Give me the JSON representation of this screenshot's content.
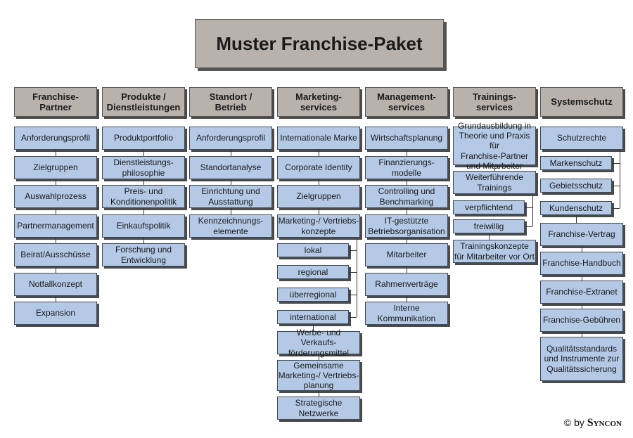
{
  "title": "Muster Franchise-Paket",
  "copyright": {
    "prefix": "© by",
    "brand": "Syncon"
  },
  "colors": {
    "header_fill": "#b9b1ab",
    "item_fill": "#b4c9e6"
  },
  "columns": [
    {
      "header": "Franchise-\nPartner",
      "items": [
        "Anforderungsprofil",
        "Zielgruppen",
        "Auswahlprozess",
        "Partnermanagement",
        "Beirat/Ausschüsse",
        "Notfallkonzept",
        "Expansion"
      ]
    },
    {
      "header": "Produkte /\nDienstleistungen",
      "items": [
        "Produktportfolio",
        "Dienstleistungs-\nphilosophie",
        "Preis- und\nKonditionenpolitik",
        "Einkaufspolitik",
        "Forschung und\nEntwicklung"
      ]
    },
    {
      "header": "Standort /\nBetrieb",
      "items": [
        "Anforderungsprofil",
        "Standortanalyse",
        "Einrichtung und\nAusstattung",
        "Kennzeichnungs-\nelemente"
      ]
    },
    {
      "header": "Marketing-\nservices",
      "items": [
        "Internationale Marke",
        "Corporate Identity",
        "Zielgruppen",
        "Marketing-/ Vertriebs-\nkonzepte"
      ],
      "subitems": [
        "lokal",
        "regional",
        "überregional",
        "international"
      ],
      "items_after": [
        "Werbe- und Verkaufs-\nförderungsmittel",
        "Gemeinsame\nMarketing-/ Vertriebs-\nplanung",
        "Strategische\nNetzwerke"
      ]
    },
    {
      "header": "Management-\nservices",
      "items": [
        "Wirtschaftsplanung",
        "Finanzierungs-\nmodelle",
        "Controlling und\nBenchmarking",
        "IT-gestützte\nBetriebsorganisation",
        "Mitarbeiter",
        "Rahmenverträge",
        "Interne\nKommunikation"
      ]
    },
    {
      "header": "Trainings-\nservices",
      "items": [
        "Grundausbildung in\nTheorie und Praxis für\nFranchise-Partner\nund Mitarbeiter",
        "Weiterführende\nTrainings"
      ],
      "subitems": [
        "verpflichtend",
        "freiwillig"
      ],
      "items_after": [
        "Trainingskonzepte\nfür Mitarbeiter vor Ort"
      ]
    },
    {
      "header": "Systemschutz",
      "items": [
        "Schutzrechte"
      ],
      "subitems": [
        "Markenschutz",
        "Gebietsschutz",
        "Kundenschutz"
      ],
      "items_after": [
        "Franchise-Vertrag",
        "Franchise-Handbuch",
        "Franchise-Extranet",
        "Franchise-Gebühren",
        "Qualitätsstandards\nund Instrumente zur\nQualitätssicherung"
      ]
    }
  ]
}
